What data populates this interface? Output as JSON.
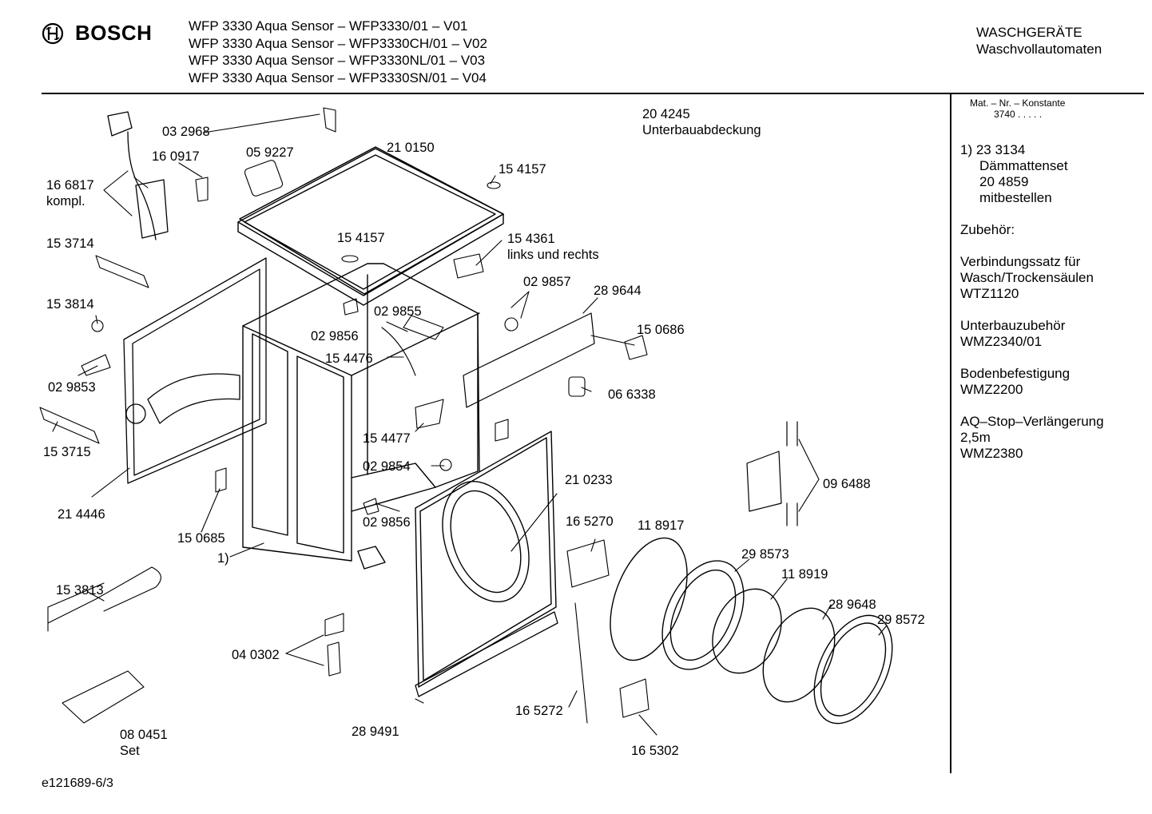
{
  "header": {
    "brand": "BOSCH",
    "models": [
      "WFP 3330 Aqua Sensor – WFP3330/01 – V01",
      "WFP 3330 Aqua Sensor – WFP3330CH/01 – V02",
      "WFP 3330 Aqua Sensor – WFP3330NL/01 – V03",
      "WFP 3330 Aqua Sensor – WFP3330SN/01 – V04"
    ],
    "category_line1": "WASCHGERÄTE",
    "category_line2": "Waschvollautomaten"
  },
  "sidebar": {
    "mat_header": "Mat. – Nr. – Konstante",
    "mat_value": "3740  .  .  .  .  .",
    "note_number": "1)  23 3134",
    "note_line1": "Dämmattenset",
    "note_line2": "20 4859",
    "note_line3": "mitbestellen",
    "accessories_title": "Zubehör:",
    "acc1_line1": "Verbindungssatz für",
    "acc1_line2": "Wasch/Trockensäulen",
    "acc1_line3": "WTZ1120",
    "acc2_line1": "Unterbauzubehör",
    "acc2_line2": "WMZ2340/01",
    "acc3_line1": "Bodenbefestigung",
    "acc3_line2": "WMZ2200",
    "acc4_line1": "AQ–Stop–Verlängerung",
    "acc4_line2": "2,5m",
    "acc4_line3": "WMZ2380"
  },
  "parts": {
    "p204245": "20 4245",
    "p204245_desc": "Unterbauabdeckung",
    "p032968": "03 2968",
    "p160917": "16 0917",
    "p059227": "05 9227",
    "p210150": "21 0150",
    "p154157a": "15 4157",
    "p166817": "16 6817",
    "p166817_desc": "kompl.",
    "p153714": "15 3714",
    "p154157b": "15 4157",
    "p154361": "15 4361",
    "p154361_desc": "links und rechts",
    "p029857": "02 9857",
    "p289644": "28 9644",
    "p153814": "15 3814",
    "p029855": "02 9855",
    "p029856a": "02 9856",
    "p150686": "15 0686",
    "p154476": "15 4476",
    "p029853": "02 9853",
    "p066338": "06 6338",
    "p153715": "15 3715",
    "p154477": "15 4477",
    "p029854": "02 9854",
    "p210233": "21 0233",
    "p096488": "09 6488",
    "p214446": "21 4446",
    "p029856b": "02 9856",
    "p150685": "15 0685",
    "p165270": "16 5270",
    "p118917": "11 8917",
    "p_note1": "1)",
    "p298573": "29 8573",
    "p118919": "11 8919",
    "p153813": "15 3813",
    "p289648": "28 9648",
    "p298572": "29 8572",
    "p040302": "04 0302",
    "p080451": "08 0451",
    "p080451_desc": "Set",
    "p165272": "16 5272",
    "p289491": "28 9491",
    "p165302": "16 5302"
  },
  "footer": {
    "code": "e121689-6/3"
  }
}
